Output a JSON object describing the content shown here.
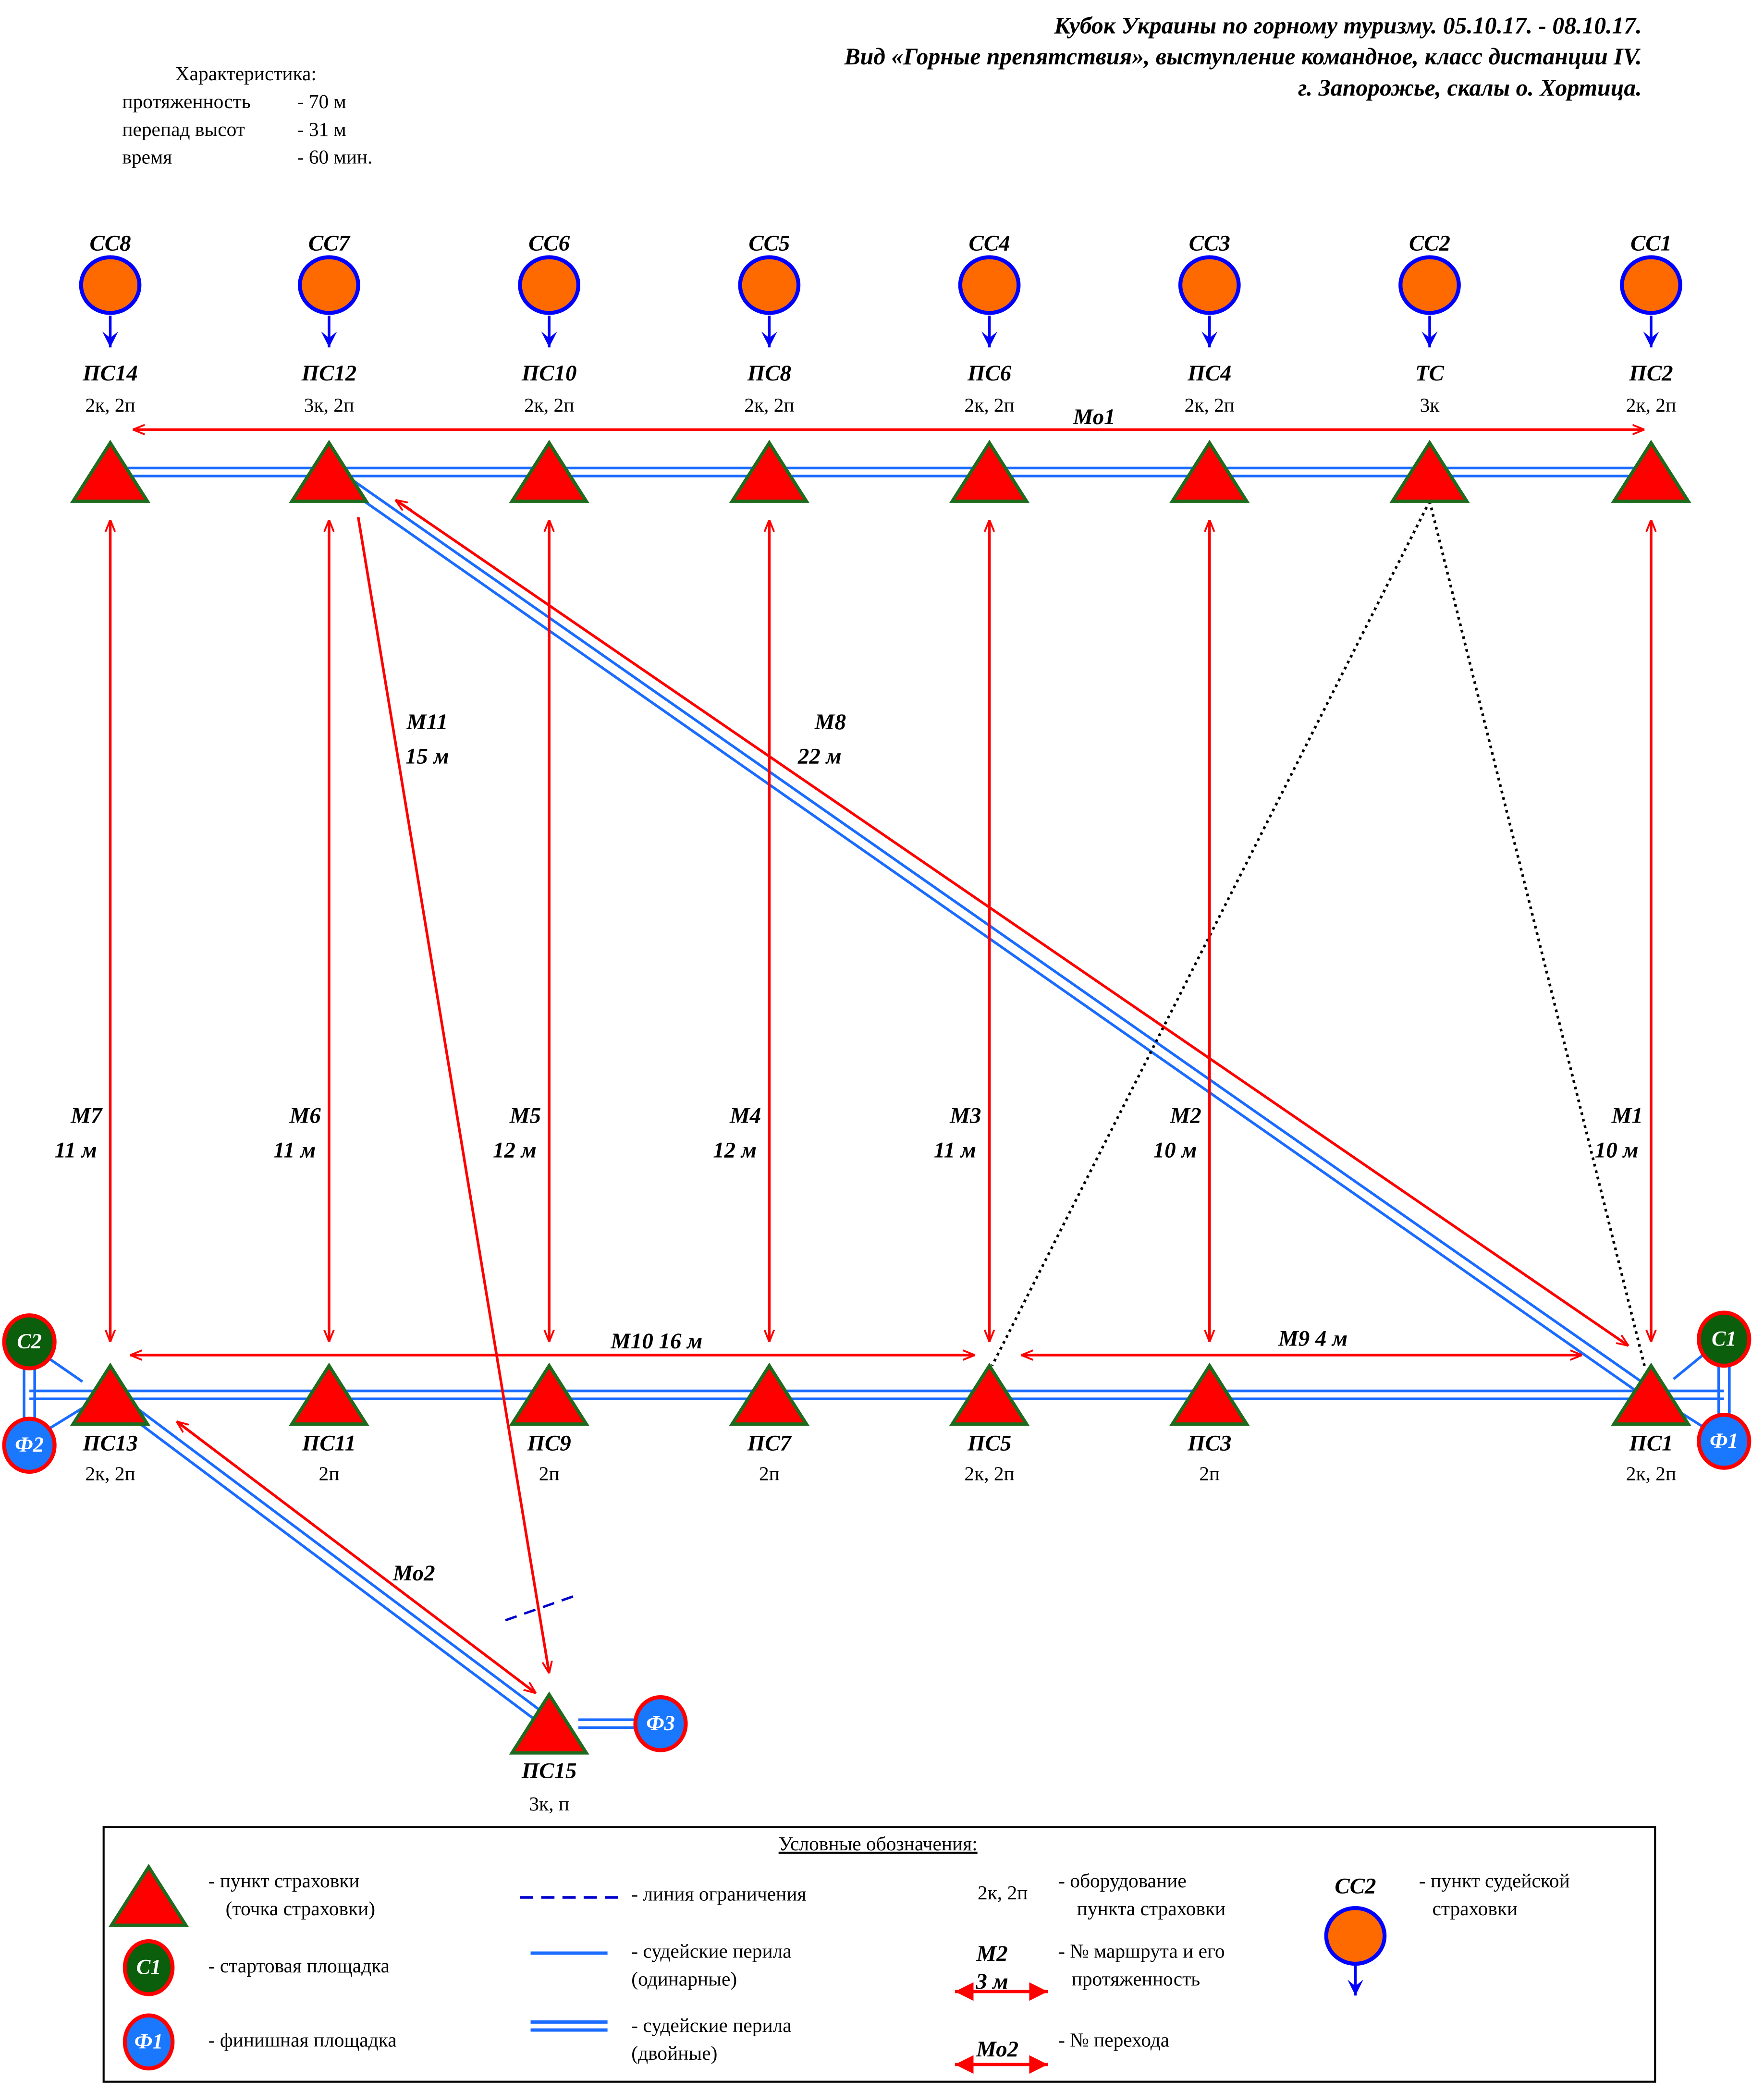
{
  "header": {
    "lines": [
      "Кубок  Украины по горному туризму. 05.10.17. - 08.10.17.",
      "Вид «Горные препятствия», выступление командное, класс дистанции IV.",
      "г. Запорожье, скалы о. Хортица."
    ]
  },
  "characteristics": {
    "title": "Характеристика:",
    "rows": [
      {
        "label": "протяженность",
        "value": "- 70 м"
      },
      {
        "label": "перепад высот",
        "value": "- 31 м"
      },
      {
        "label": "время",
        "value": "- 60 мин."
      }
    ]
  },
  "top_points": [
    {
      "judge": "СС8",
      "name": "ПС14",
      "equip": "2к, 2п"
    },
    {
      "judge": "СС7",
      "name": "ПС12",
      "equip": "3к, 2п"
    },
    {
      "judge": "СС6",
      "name": "ПС10",
      "equip": "2к, 2п"
    },
    {
      "judge": "СС5",
      "name": "ПС8",
      "equip": "2к, 2п"
    },
    {
      "judge": "СС4",
      "name": "ПС6",
      "equip": "2к, 2п"
    },
    {
      "judge": "СС3",
      "name": "ПС4",
      "equip": "2к, 2п"
    },
    {
      "judge": "СС2",
      "name": "ТС",
      "equip": "3к"
    },
    {
      "judge": "СС1",
      "name": "ПС2",
      "equip": "2к, 2п"
    }
  ],
  "bottom_points": [
    {
      "name": "ПС13",
      "equip": "2к, 2п"
    },
    {
      "name": "ПС11",
      "equip": "2п"
    },
    {
      "name": "ПС9",
      "equip": "2п"
    },
    {
      "name": "ПС7",
      "equip": "2п"
    },
    {
      "name": "ПС5",
      "equip": "2к, 2п"
    },
    {
      "name": "ПС3",
      "equip": "2п"
    },
    {
      "name": "ПС1",
      "equip": "2к, 2п"
    }
  ],
  "vertical_stages": [
    {
      "id": "М7",
      "length": "11 м"
    },
    {
      "id": "М6",
      "length": "11 м"
    },
    {
      "id": "М5",
      "length": "12 м"
    },
    {
      "id": "М4",
      "length": "12 м"
    },
    {
      "id": "М3",
      "length": "11 м"
    },
    {
      "id": "М2",
      "length": "10 м"
    },
    {
      "id": "М1",
      "length": "10 м"
    }
  ],
  "other_stages": {
    "mo1": "Мо1",
    "m8": {
      "id": "М8",
      "length": "22 м"
    },
    "m11": {
      "id": "М11",
      "length": "15 м"
    },
    "m10": "М10   16 м",
    "m9": "М9    4 м",
    "mo2": "Мо2"
  },
  "ps15": {
    "name": "ПС15",
    "equip": "3к, п"
  },
  "platforms": {
    "c1": "С1",
    "c2": "С2",
    "f1": "Ф1",
    "f2": "Ф2",
    "f3": "Ф3"
  },
  "legend": {
    "title": "Условные обозначения:",
    "belay_point": [
      "- пункт страховки",
      "(точка страховки)"
    ],
    "start": "- стартовая площадка",
    "start_icon": "С1",
    "finish": "- финишная площадка",
    "finish_icon": "Ф1",
    "limit_line": "- линия ограничения",
    "single_rope": [
      "- судейские перила",
      "(одинарные)"
    ],
    "double_rope": [
      "- судейские перила",
      "(двойные)"
    ],
    "equip_sample": "2к, 2п",
    "equip": [
      "- оборудование",
      "пункта страховки"
    ],
    "stage_sample": [
      "М2",
      "3 м"
    ],
    "stage": [
      "- № маршрута и его",
      "протяженность"
    ],
    "transition_sample": "Мо2",
    "transition": "- № перехода",
    "judge_sample": "СС2",
    "judge": [
      "- пункт судейской",
      "страховки"
    ]
  },
  "colors": {
    "red": "#ff0000",
    "triangle_border": "#1e6b1e",
    "orange": "#ff6a00",
    "blue": "#0000ff",
    "rope": "#1a6bff",
    "start_green": "#0b5e0b",
    "finish_blue": "#1a78ff"
  }
}
